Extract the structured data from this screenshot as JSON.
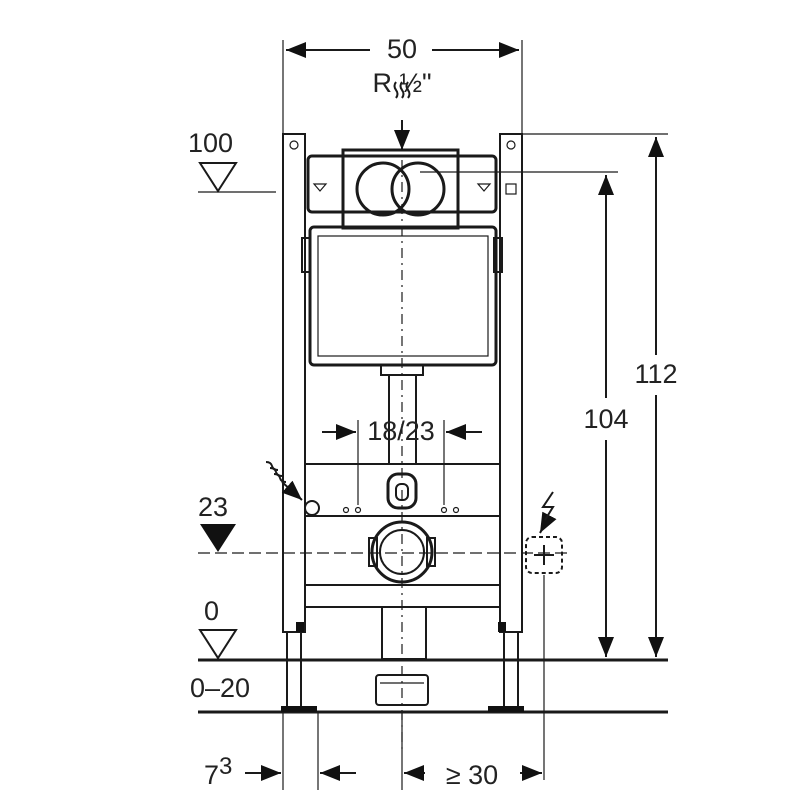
{
  "diagram": {
    "labels": {
      "top_width": "50",
      "supply_thread": "R ½\"",
      "level_100": "100",
      "level_23": "23",
      "level_0": "0",
      "range_0_20": "0–20",
      "height_112": "112",
      "height_104": "104",
      "spacing_18_23": "18/23",
      "offset_7_base": "7",
      "offset_7_sup": "3",
      "clearance_30": "≥ 30"
    },
    "icons": {
      "water_supply": "water-wave-icon",
      "power_supply": "lightning-bolt-icon"
    }
  }
}
